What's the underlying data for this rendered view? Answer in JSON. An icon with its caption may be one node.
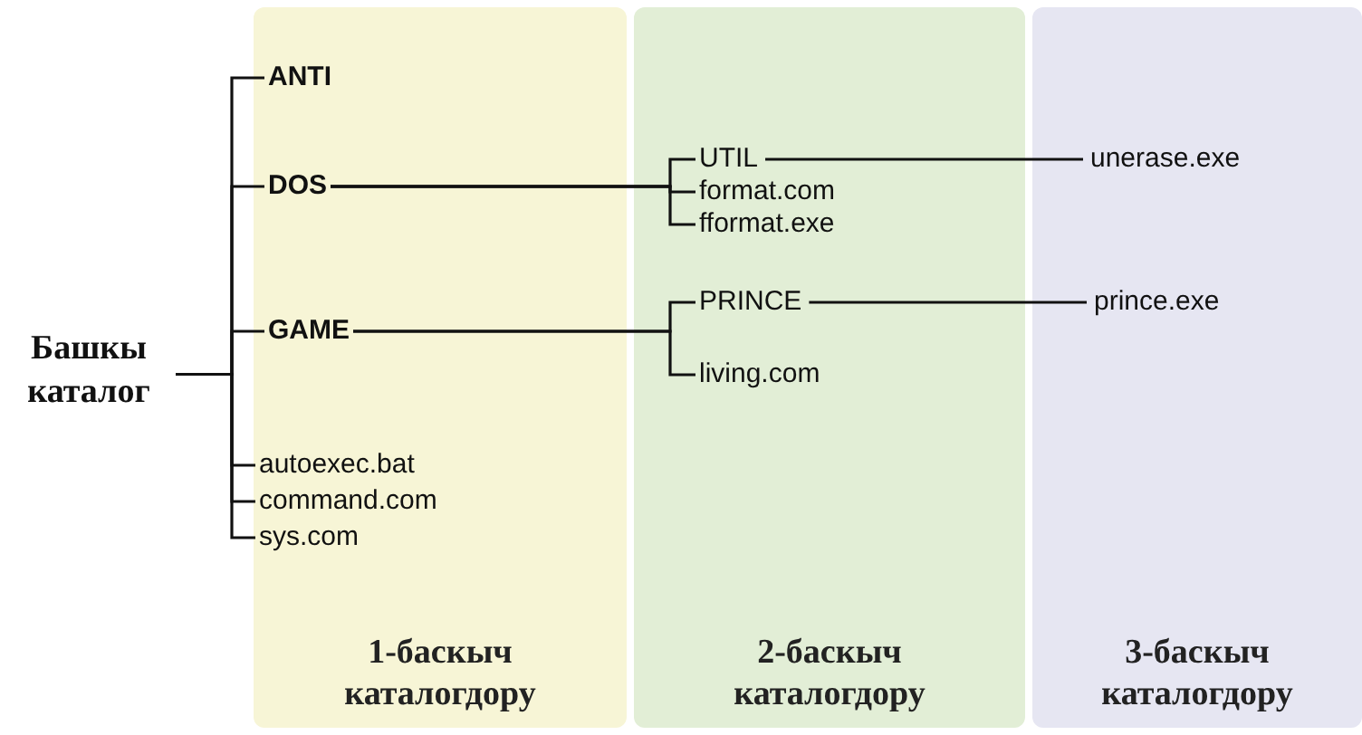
{
  "diagram": {
    "nodes": [
      {
        "text": [
          "1-баскыч каталогдору"
        ]
      },
      {
        "text": [
          "2-баскыч каталогдору"
        ]
      },
      {
        "text": [
          "3-баскыч каталогдору"
        ]
      },
      {
        "text": [
          "Башкы каталог"
        ]
      },
      {
        "text": [
          "ANTI"
        ],
        "in": 0
      },
      {
        "text": [
          "DOS"
        ],
        "in": 0
      },
      {
        "text": [
          "GAME"
        ],
        "in": 0
      },
      {
        "text": [
          "autoexec.bat"
        ],
        "in": 0
      },
      {
        "text": [
          "command.com"
        ],
        "in": 0
      },
      {
        "text": [
          "sys.com"
        ],
        "in": 0
      },
      {
        "text": [
          "UTIL"
        ],
        "in": 1
      },
      {
        "text": [
          "format.com"
        ],
        "in": 1
      },
      {
        "text": [
          "fformat.exe"
        ],
        "in": 1
      },
      {
        "text": [
          "PRINCE"
        ],
        "in": 1
      },
      {
        "text": [
          "living.com"
        ],
        "in": 1
      },
      {
        "text": [
          "unerase.exe"
        ],
        "in": 2
      },
      {
        "text": [
          "prince.exe"
        ],
        "in": 2
      }
    ],
    "edges": [
      {
        "from": 3,
        "to": 4,
        "arrow": "none"
      },
      {
        "from": 3,
        "to": 5,
        "arrow": "none"
      },
      {
        "from": 3,
        "to": 6,
        "arrow": "none"
      },
      {
        "from": 3,
        "to": 7,
        "arrow": "none"
      },
      {
        "from": 3,
        "to": 8,
        "arrow": "none"
      },
      {
        "from": 3,
        "to": 9,
        "arrow": "none"
      },
      {
        "from": 5,
        "to": 10,
        "arrow": "none"
      },
      {
        "from": 5,
        "to": 11,
        "arrow": "none"
      },
      {
        "from": 5,
        "to": 12,
        "arrow": "none"
      },
      {
        "from": 6,
        "to": 13,
        "arrow": "none"
      },
      {
        "from": 6,
        "to": 14,
        "arrow": "none"
      },
      {
        "from": 10,
        "to": 15,
        "arrow": "none"
      },
      {
        "from": 13,
        "to": 16,
        "arrow": "none"
      }
    ]
  }
}
